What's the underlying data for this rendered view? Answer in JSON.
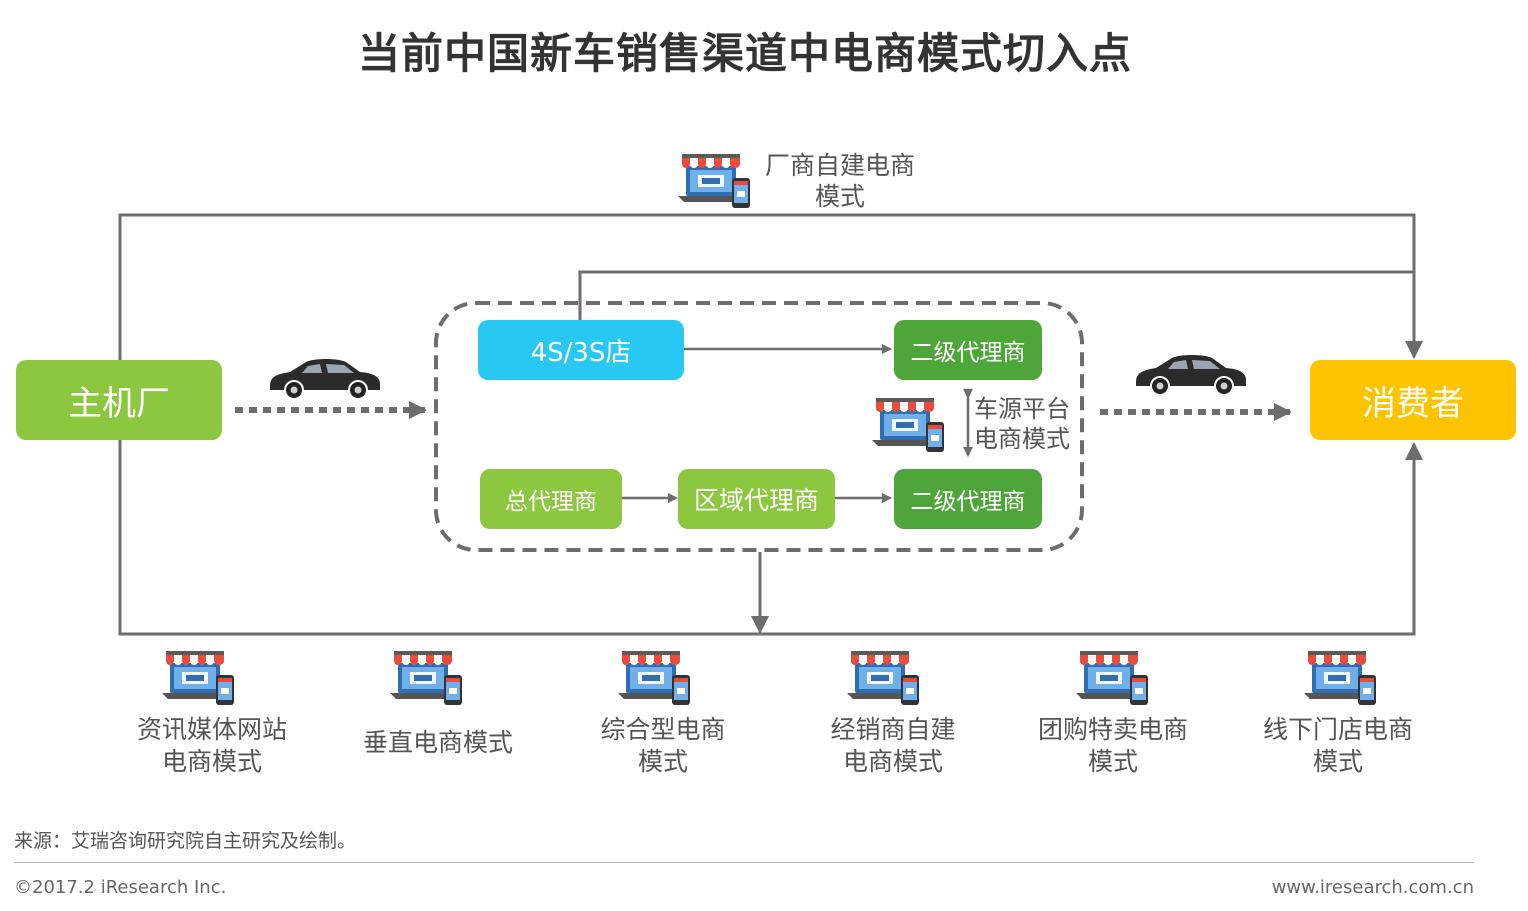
{
  "title": "当前中国新车销售渠道中电商模式切入点",
  "nodes": {
    "manufacturer": "主机厂",
    "consumer": "消费者",
    "store_4s": "4S/3S店",
    "secondary_dealer_top": "二级代理商",
    "general_agent": "总代理商",
    "regional_agent": "区域代理商",
    "secondary_dealer_bottom": "二级代理商"
  },
  "labels": {
    "oem_ecommerce_1": "厂商自建电商",
    "oem_ecommerce_2": "模式",
    "car_source_1": "车源平台",
    "car_source_2": "电商模式"
  },
  "modes": [
    {
      "line1": "资讯媒体网站",
      "line2": "电商模式"
    },
    {
      "line1": "垂直电商模式",
      "line2": ""
    },
    {
      "line1": "综合型电商",
      "line2": "模式"
    },
    {
      "line1": "经销商自建",
      "line2": "电商模式"
    },
    {
      "line1": "团购特卖电商",
      "line2": "模式"
    },
    {
      "line1": "线下门店电商",
      "line2": "模式"
    }
  ],
  "footer": {
    "source": "来源：艾瑞咨询研究院自主研究及绘制。",
    "copyright": "©2017.2 iResearch Inc.",
    "website": "www.iresearch.com.cn"
  },
  "colors": {
    "manufacturer": "#8dc63f",
    "consumer": "#fcc400",
    "store_4s": "#29c8f2",
    "agent_light": "#8dc63f",
    "dealer_dark": "#4ea63a",
    "line": "#6d6d6d"
  },
  "icons": {
    "car": "car-icon",
    "shop": "online-shop-icon"
  }
}
